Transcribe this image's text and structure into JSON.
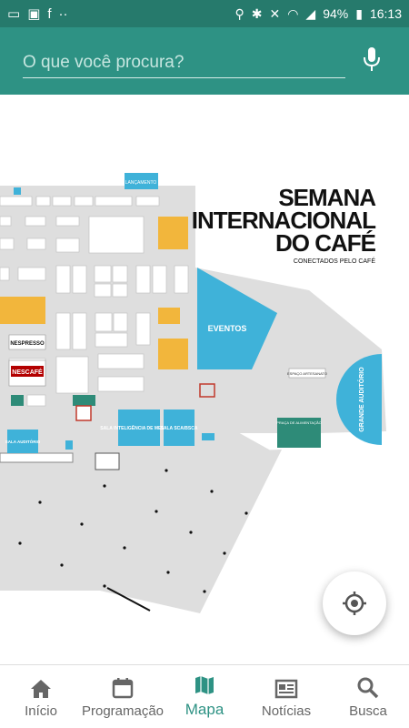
{
  "status": {
    "battery": "94%",
    "time": "16:13"
  },
  "search": {
    "placeholder": "O que você procura?"
  },
  "map": {
    "logo_line1": "SEMANA",
    "logo_line2": "INTERNACIONAL",
    "logo_line3": "DO CAFÉ",
    "logo_tagline": "CONECTADOS PELO CAFÉ",
    "label_eventos": "EVENTOS",
    "label_grande_auditorio": "GRANDE AUDITÓRIO",
    "label_nespresso": "NESPRESSO",
    "label_nescafe": "NESCAFÉ",
    "label_sala_mercado": "SALA INTELIGÊNCIA DE MERCADO",
    "label_sala_sca": "SALA SCA/BSCA",
    "label_sala_auditorio": "SALA AUDITÓRIO",
    "label_lancamento": "LANÇAMENTO",
    "label_espaco_artesanato": "ESPAÇO ARTESANATO",
    "label_praca": "PRAÇA DE ALIMENTAÇÃO"
  },
  "nav": {
    "items": [
      {
        "label": "Início",
        "icon": "home-icon"
      },
      {
        "label": "Programação",
        "icon": "calendar-icon"
      },
      {
        "label": "Mapa",
        "icon": "map-icon"
      },
      {
        "label": "Notícias",
        "icon": "news-icon"
      },
      {
        "label": "Busca",
        "icon": "search-icon"
      }
    ]
  },
  "colors": {
    "primary": "#2e9284",
    "status_bar": "#267a6c",
    "blue": "#3fb2d9",
    "yellow": "#f2b63c",
    "floor": "#dedede"
  }
}
